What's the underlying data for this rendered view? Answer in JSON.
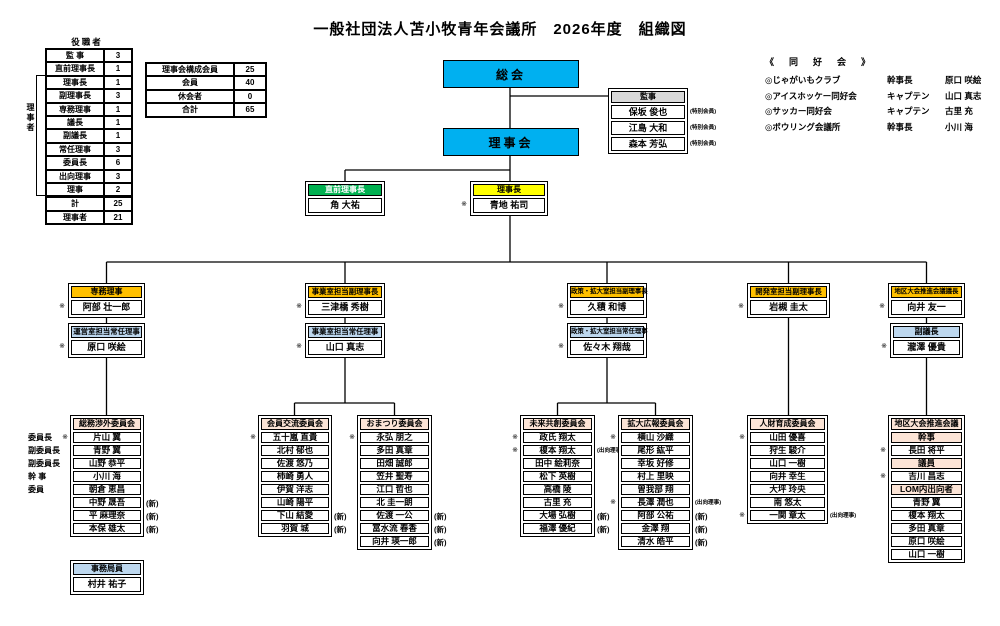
{
  "title": "一般社団法人苫小牧青年会議所　2026年度　組織図",
  "colors": {
    "cyan": "#00B0F0",
    "green": "#00B050",
    "yellow": "#FFFF00",
    "gold": "#FFC000",
    "lightblue": "#BDD7EE",
    "pink": "#FCE4D6",
    "gray": "#D9D9D9"
  },
  "officers": {
    "caption": "役職者",
    "bracket_label": "理事者",
    "rows": [
      {
        "label": "監 事",
        "value": "3"
      },
      {
        "label": "直前理事長",
        "value": "1"
      },
      {
        "label": "理事長",
        "value": "1"
      },
      {
        "label": "副理事長",
        "value": "3"
      },
      {
        "label": "専務理事",
        "value": "1"
      },
      {
        "label": "議長",
        "value": "1"
      },
      {
        "label": "副議長",
        "value": "1"
      },
      {
        "label": "常任理事",
        "value": "3"
      },
      {
        "label": "委員長",
        "value": "6"
      },
      {
        "label": "出向理事",
        "value": "3"
      },
      {
        "label": "理事",
        "value": "2"
      },
      {
        "label": "計",
        "value": "25",
        "sep": true
      },
      {
        "label": "理事者",
        "value": "21"
      }
    ]
  },
  "membership": {
    "rows": [
      {
        "label": "理事会構成会員",
        "value": "25"
      },
      {
        "label": "会員",
        "value": "40"
      },
      {
        "label": "休会者",
        "value": "0"
      },
      {
        "label": "合計",
        "value": "65"
      }
    ]
  },
  "soukai_label": "総会",
  "rijikai_label": "理事会",
  "kansa": {
    "title": "監事",
    "members": [
      {
        "name": "保坂 俊也",
        "note": "(特別会員)"
      },
      {
        "name": "江島 大和",
        "note": "(特別会員)"
      },
      {
        "name": "森本 芳弘",
        "note": "(特別会員)"
      }
    ]
  },
  "clubs": {
    "heading": "《　同　好　会　》",
    "items": [
      {
        "club": "◎じゃがいもクラブ",
        "role": "幹事長",
        "name": "原口 咲絵"
      },
      {
        "club": "◎アイスホッケー同好会",
        "role": "キャプテン",
        "name": "山口 真志"
      },
      {
        "club": "◎サッカー同好会",
        "role": "キャプテン",
        "name": "古里 充"
      },
      {
        "club": "◎ボウリング会議所",
        "role": "幹事長",
        "name": "小川 海"
      }
    ]
  },
  "executives": {
    "chokuzen": {
      "title": "直前理事長",
      "name": "角 大祐"
    },
    "rijicho": {
      "title": "理事長",
      "name": "青地 祐司",
      "mark": "※"
    },
    "semmu": {
      "title": "専務理事",
      "name": "阿部 壮一郎",
      "mark": "※"
    },
    "unei": {
      "title": "運営室担当常任理事",
      "name": "原口 咲絵",
      "mark": "※"
    },
    "jigyo_fuku": {
      "title": "事業室担当副理事長",
      "name": "三津橋 秀樹",
      "mark": "※"
    },
    "jigyo_jonin": {
      "title": "事業室担当常任理事",
      "name": "山口 真志",
      "mark": "※"
    },
    "seisaku_fuku": {
      "title": "政策・拡大室担当副理事長",
      "name": "久積 和博",
      "mark": "※"
    },
    "seisaku_jonin": {
      "title": "政策・拡大室担当常任理事",
      "name": "佐々木 翔哉",
      "mark": "※"
    },
    "kaihatsu_fuku": {
      "title": "開発室担当副理事長",
      "name": "岩槻 圭太",
      "mark": "※"
    },
    "chiku_gicho": {
      "title": "地区大会推進会議議長",
      "name": "向井 友一",
      "mark": "※"
    },
    "fukugicho": {
      "title": "副議長",
      "name": "瀧澤 優貴",
      "mark": "※"
    }
  },
  "role_labels": [
    "委員長",
    "副委員長",
    "副委員長",
    "幹 事",
    "委員"
  ],
  "committees": {
    "soumu": {
      "title": "総務渉外委員会",
      "rows": [
        {
          "mark": "※",
          "name": "片山 翼"
        },
        {
          "name": "青野 翼"
        },
        {
          "name": "山野 恭平"
        },
        {
          "name": "小川 海"
        },
        {
          "name": "朝倉 恵昌"
        },
        {
          "name": "中野 晟吾",
          "note": "(新)"
        },
        {
          "name": "平 麻理奈",
          "note": "(新)"
        },
        {
          "name": "本保 雄太",
          "note": "(新)"
        }
      ]
    },
    "kouryu": {
      "title": "会員交流委員会",
      "rows": [
        {
          "mark": "※",
          "name": "五十嵐 直貴"
        },
        {
          "name": "北村 郁也"
        },
        {
          "name": "佐渡 悠乃"
        },
        {
          "name": "柿崎 勇人"
        },
        {
          "name": "伊賀 洋志"
        },
        {
          "name": "山崎 陽平"
        },
        {
          "name": "下山 結愛",
          "note": "(新)"
        },
        {
          "name": "羽賀 城",
          "note": "(新)"
        }
      ]
    },
    "omatsuri": {
      "title": "おまつり委員会",
      "rows": [
        {
          "mark": "※",
          "name": "永弘 朋之"
        },
        {
          "name": "多田 真章"
        },
        {
          "name": "田畑 誠郎"
        },
        {
          "name": "笠井 聖寿"
        },
        {
          "name": "江口 哲也"
        },
        {
          "name": "北 圭一朗"
        },
        {
          "name": "佐渡 一公",
          "note": "(新)"
        },
        {
          "name": "冨水流 春香",
          "note": "(新)"
        },
        {
          "name": "向井 瑛一郎",
          "note": "(新)"
        }
      ]
    },
    "mirai": {
      "title": "未来共創委員会",
      "rows": [
        {
          "mark": "※",
          "name": "政氏 翔太"
        },
        {
          "mark": "※",
          "name": "榎本 翔太",
          "note": "(出向理事)"
        },
        {
          "name": "田中 絵莉奈"
        },
        {
          "name": "松下 英樹"
        },
        {
          "name": "高橋 陵"
        },
        {
          "name": "古里 充"
        },
        {
          "name": "大場 弘樹",
          "note": "(新)"
        },
        {
          "name": "福澤 優紀",
          "note": "(新)"
        }
      ]
    },
    "kakudai": {
      "title": "拡大広報委員会",
      "rows": [
        {
          "mark": "※",
          "name": "横山 沙織"
        },
        {
          "name": "尾形 紘平"
        },
        {
          "name": "幸坂 好修"
        },
        {
          "name": "村上 里映"
        },
        {
          "name": "曽我部 翔"
        },
        {
          "mark": "※",
          "name": "長澤 潤也",
          "note": "(出向理事)"
        },
        {
          "name": "阿部 公祐",
          "note": "(新)"
        },
        {
          "name": "金澤 翔",
          "note": "(新)"
        },
        {
          "name": "清水 皓平",
          "note": "(新)"
        }
      ]
    },
    "jinzai": {
      "title": "人財育成委員会",
      "rows": [
        {
          "mark": "※",
          "name": "山田 優喜"
        },
        {
          "name": "狩生 駿介"
        },
        {
          "name": "山口 一樹"
        },
        {
          "name": "向井 幸生"
        },
        {
          "name": "大坪 玲央"
        },
        {
          "name": "南 悠太"
        },
        {
          "mark": "※",
          "name": "一関 章太",
          "note": "(出向理事)"
        }
      ]
    },
    "chiku": {
      "title": "地区大会推進会議",
      "rows": [
        {
          "type": "subhead",
          "name": "幹事"
        },
        {
          "mark": "※",
          "name": "長田 将平"
        },
        {
          "type": "subhead",
          "name": "議員"
        },
        {
          "mark": "※",
          "name": "吉川 昌志"
        },
        {
          "type": "subhead",
          "name": "LOM内出向者"
        },
        {
          "name": "青野 翼"
        },
        {
          "name": "榎本 翔太"
        },
        {
          "name": "多田 真章"
        },
        {
          "name": "原口 咲絵"
        },
        {
          "name": "山口 一樹"
        }
      ]
    }
  },
  "secretariat": {
    "title": "事務局員",
    "name": "村井 祐子"
  }
}
